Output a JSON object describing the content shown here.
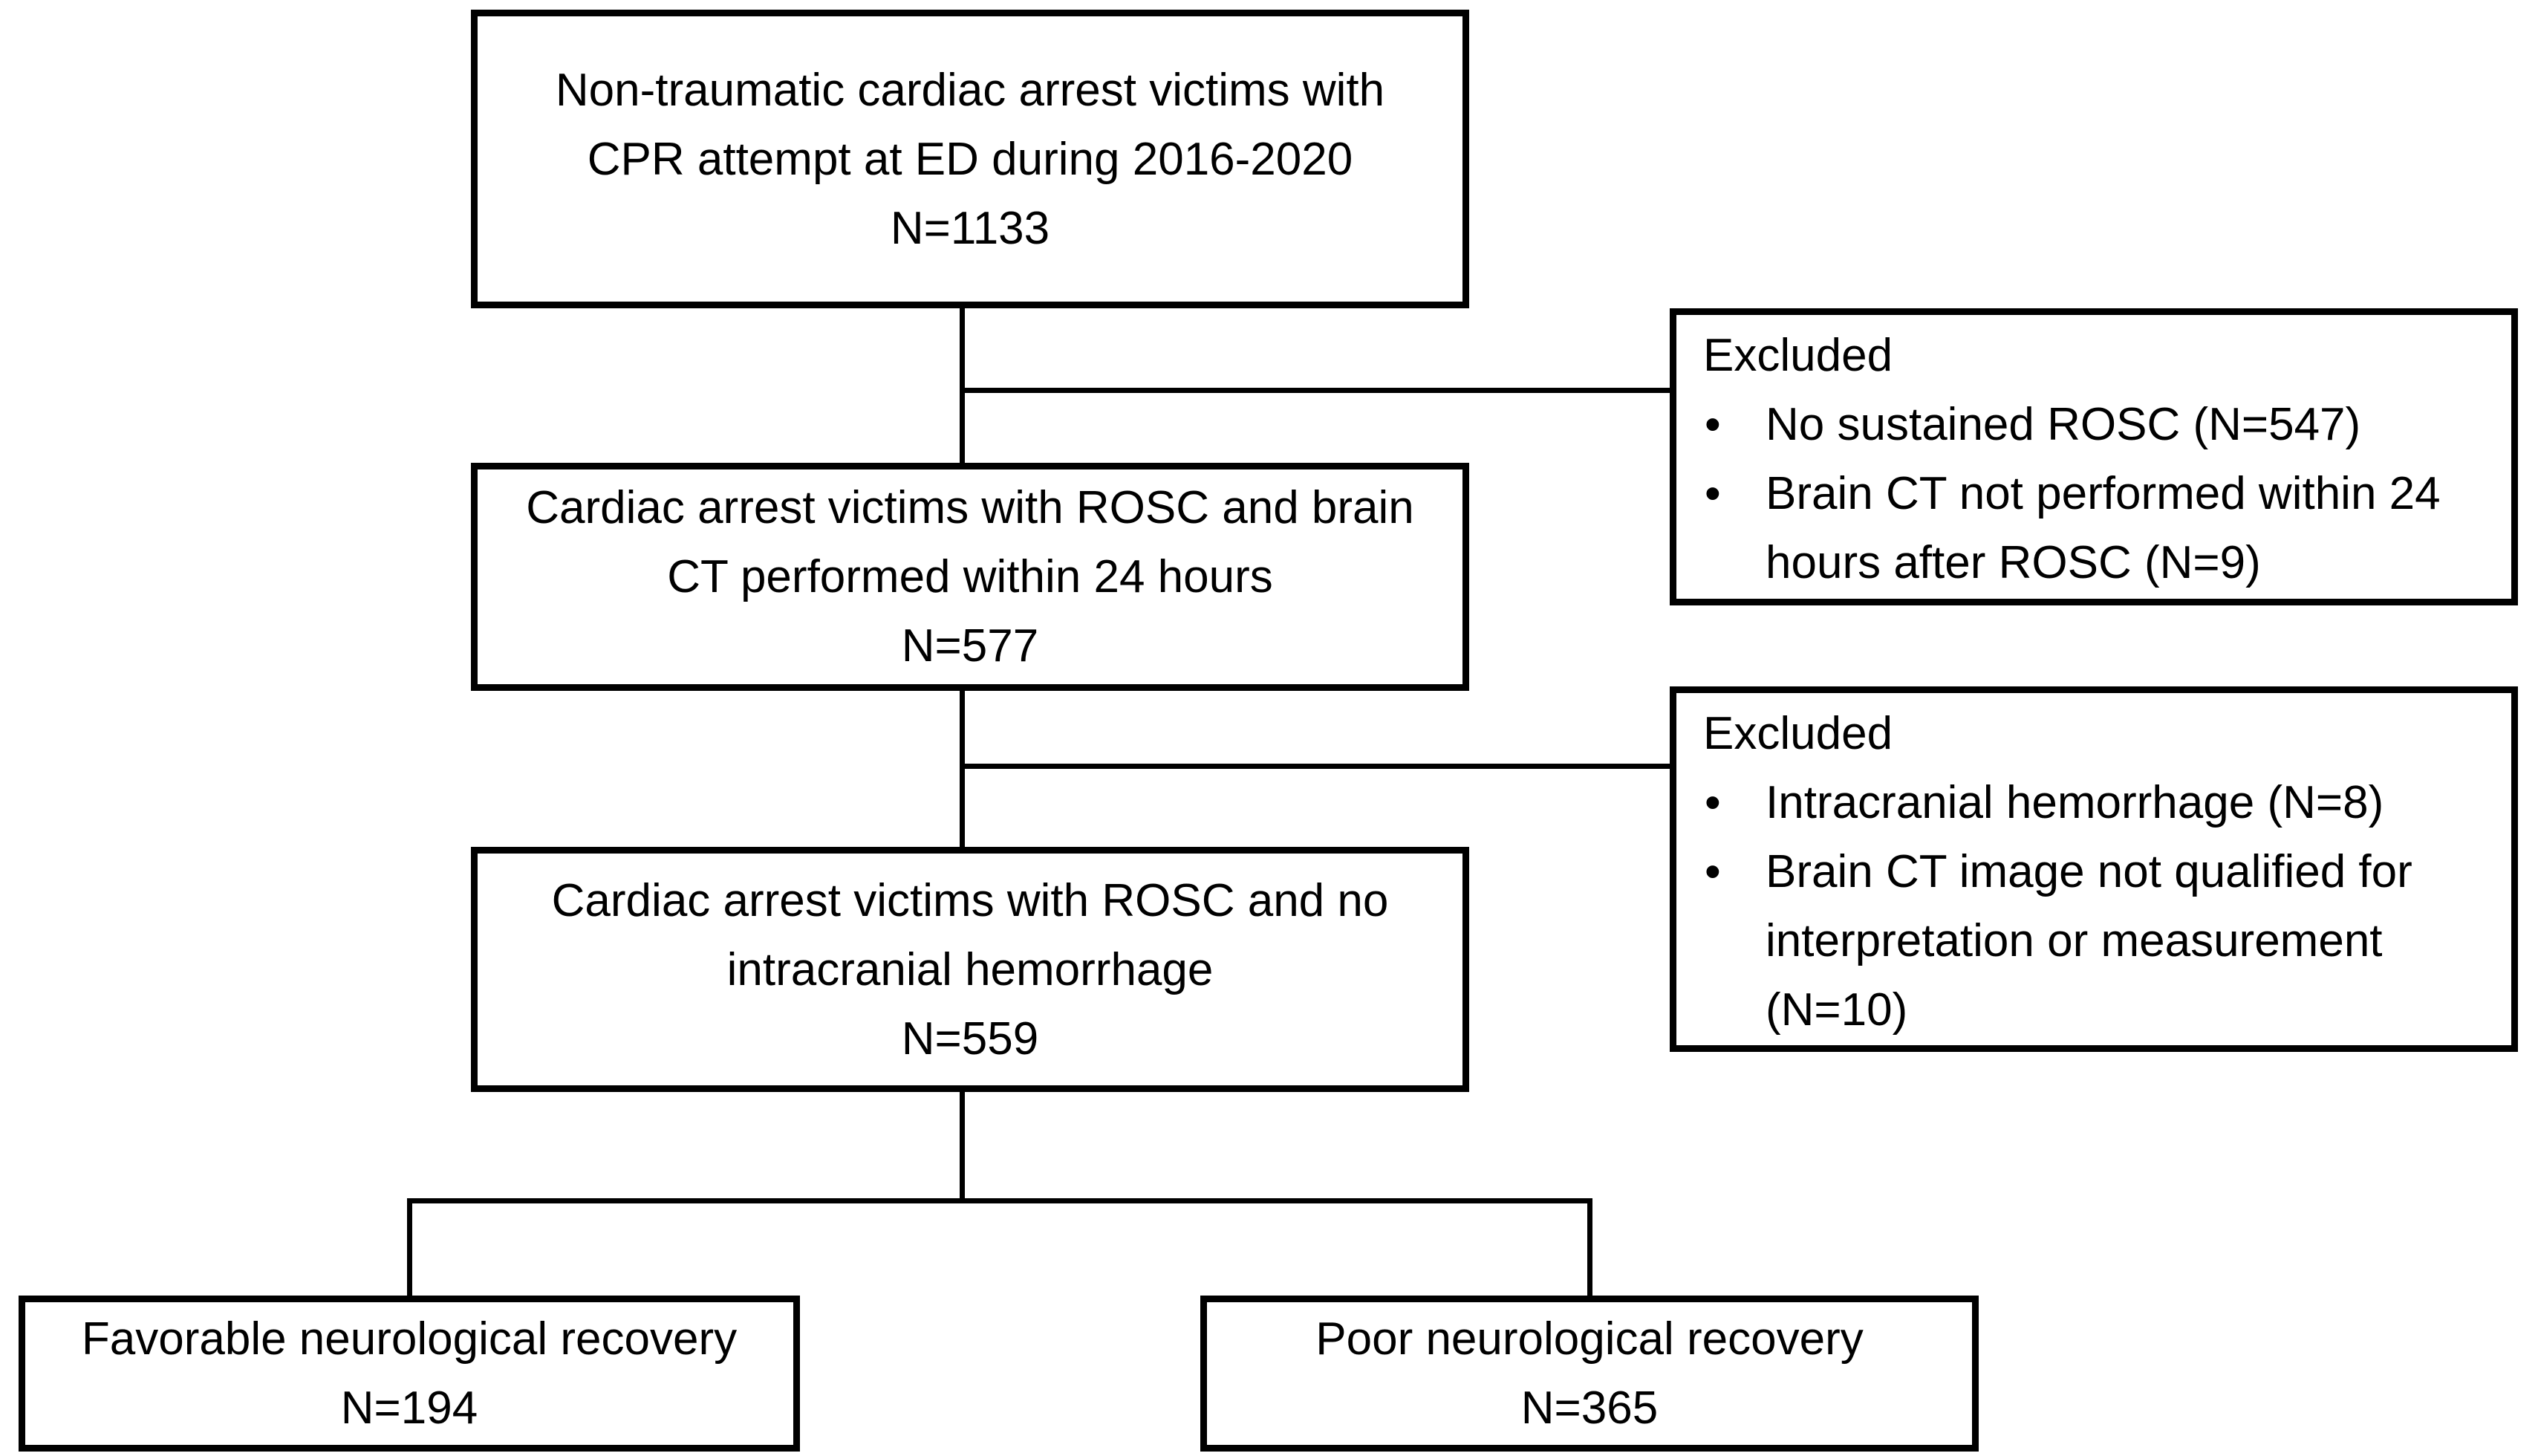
{
  "diagram": {
    "type": "flowchart",
    "bullet_char": "•",
    "colors": {
      "line": "#000000",
      "text": "#000000",
      "box_background": "#ffffff",
      "page_background": "#ffffff"
    },
    "boxes": {
      "enrollment": {
        "label": "Non-traumatic cardiac arrest victims with CPR attempt at ED during 2016-2020",
        "n": "N=1133"
      },
      "excluded1": {
        "title": "Excluded",
        "items": [
          "No sustained ROSC (N=547)",
          "Brain CT not performed within 24 hours after ROSC (N=9)"
        ]
      },
      "rosc_ct": {
        "label": "Cardiac arrest victims with ROSC and brain CT performed within 24 hours",
        "n": "N=577"
      },
      "excluded2": {
        "title": "Excluded",
        "items": [
          "Intracranial hemorrhage (N=8)",
          "Brain CT image not qualified for interpretation or measurement (N=10)"
        ]
      },
      "no_ich": {
        "label": "Cardiac arrest victims with ROSC and no intracranial hemorrhage",
        "n": "N=559"
      },
      "favorable": {
        "label": "Favorable neurological recovery",
        "n": "N=194"
      },
      "poor": {
        "label": "Poor neurological recovery",
        "n": "N=365"
      }
    }
  }
}
